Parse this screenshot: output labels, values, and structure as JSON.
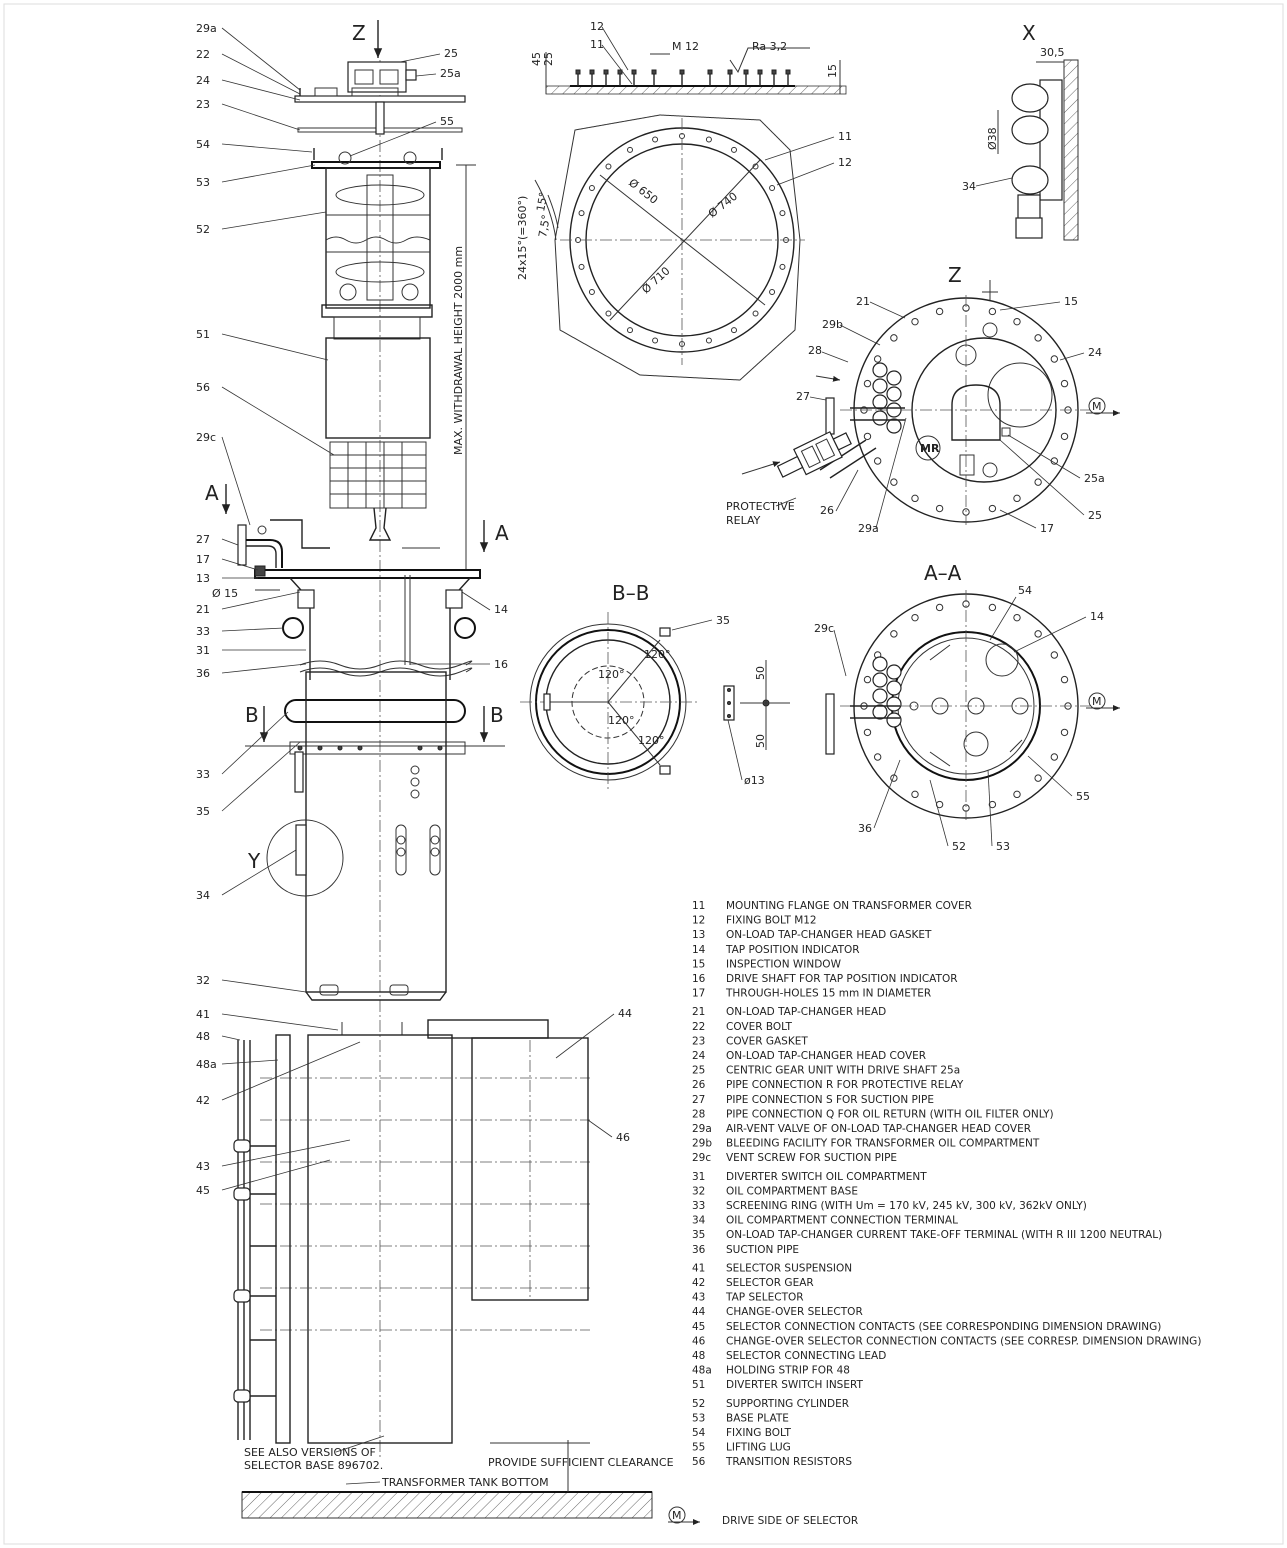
{
  "view_letters": {
    "z_top": "Z",
    "x": "X",
    "z_plan": "Z",
    "a1": "A",
    "a2": "A",
    "b1": "B",
    "b2": "B",
    "y": "Y",
    "section_aa": "A–A",
    "section_bb": "B–B"
  },
  "callouts_left": [
    "29a",
    "22",
    "24",
    "23",
    "54",
    "53",
    "52",
    "51",
    "56",
    "29c",
    "27",
    "17",
    "13",
    "21",
    "33",
    "31",
    "36",
    "33",
    "35",
    "34",
    "32",
    "41",
    "48",
    "48a",
    "42",
    "43",
    "45"
  ],
  "callouts_right_main": [
    "25",
    "25a",
    "55",
    "14",
    "16",
    "44",
    "46"
  ],
  "flange_view": {
    "tags": [
      "12",
      "11",
      "11",
      "12"
    ],
    "m12": "M 12",
    "ra": "Ra 3,2",
    "dim_45": "45",
    "dim_25": "25",
    "dim_15": "15",
    "d650": "Ø 650",
    "d740": "Ø 740",
    "d710": "Ø 710",
    "ang15": "15°",
    "ang75": "7,5°",
    "holes": "24x15°(=360°)"
  },
  "detail_x": {
    "d305": "30,5",
    "d38": "Ø38",
    "tag34": "34"
  },
  "plan_z": {
    "tags": [
      "21",
      "15",
      "29b",
      "24",
      "28",
      "27",
      "25a",
      "26",
      "25",
      "29a",
      "17"
    ],
    "relay": [
      "PROTECTIVE",
      "RELAY"
    ],
    "m": "M",
    "logo": "MR"
  },
  "section_bb": {
    "tag35": "35",
    "a1": "120°",
    "a2": "120°",
    "a3": "120°",
    "a4": "120°",
    "d50a": "50",
    "d50b": "50",
    "d13": "ø13"
  },
  "section_aa": {
    "tags": [
      "54",
      "14",
      "29c",
      "55",
      "36",
      "52",
      "53"
    ],
    "m": "M"
  },
  "main_notes": {
    "withdrawal": "MAX. WITHDRAWAL HEIGHT 2000 mm",
    "phi15": "Ø 15",
    "see_also": [
      "SEE ALSO VERSIONS OF",
      "SELECTOR BASE 896702."
    ],
    "clearance": "PROVIDE SUFFICIENT CLEARANCE",
    "tank_bottom": "TRANSFORMER TANK BOTTOM"
  },
  "legend": [
    {
      "num": "11",
      "text": "MOUNTING FLANGE ON TRANSFORMER COVER"
    },
    {
      "num": "12",
      "text": "FIXING BOLT M12"
    },
    {
      "num": "13",
      "text": "ON-LOAD TAP-CHANGER HEAD GASKET"
    },
    {
      "num": "14",
      "text": "TAP POSITION INDICATOR"
    },
    {
      "num": "15",
      "text": "INSPECTION WINDOW"
    },
    {
      "num": "16",
      "text": "DRIVE SHAFT FOR TAP POSITION INDICATOR"
    },
    {
      "num": "17",
      "text": "THROUGH-HOLES 15 mm IN DIAMETER"
    },
    {
      "num": "21",
      "text": "ON-LOAD TAP-CHANGER HEAD"
    },
    {
      "num": "22",
      "text": "COVER BOLT"
    },
    {
      "num": "23",
      "text": "COVER GASKET"
    },
    {
      "num": "24",
      "text": "ON-LOAD TAP-CHANGER HEAD COVER"
    },
    {
      "num": "25",
      "text": "CENTRIC GEAR UNIT WITH DRIVE SHAFT 25a"
    },
    {
      "num": "26",
      "text": "PIPE CONNECTION R FOR PROTECTIVE RELAY"
    },
    {
      "num": "27",
      "text": "PIPE CONNECTION S FOR SUCTION PIPE"
    },
    {
      "num": "28",
      "text": "PIPE CONNECTION Q FOR OIL RETURN (WITH OIL FILTER ONLY)"
    },
    {
      "num": "29a",
      "text": "AIR-VENT VALVE OF ON-LOAD TAP-CHANGER HEAD COVER"
    },
    {
      "num": "29b",
      "text": "BLEEDING FACILITY FOR TRANSFORMER OIL COMPARTMENT"
    },
    {
      "num": "29c",
      "text": "VENT SCREW FOR SUCTION PIPE"
    },
    {
      "num": "31",
      "text": "DIVERTER SWITCH OIL COMPARTMENT"
    },
    {
      "num": "32",
      "text": "OIL COMPARTMENT BASE"
    },
    {
      "num": "33",
      "text": "SCREENING RING (WITH Um = 170 kV, 245 kV, 300 kV, 362kV ONLY)"
    },
    {
      "num": "34",
      "text": "OIL COMPARTMENT CONNECTION TERMINAL"
    },
    {
      "num": "35",
      "text": "ON-LOAD TAP-CHANGER CURRENT TAKE-OFF TERMINAL (WITH R III 1200 NEUTRAL)"
    },
    {
      "num": "36",
      "text": "SUCTION PIPE"
    },
    {
      "num": "41",
      "text": "SELECTOR SUSPENSION"
    },
    {
      "num": "42",
      "text": "SELECTOR GEAR"
    },
    {
      "num": "43",
      "text": "TAP SELECTOR"
    },
    {
      "num": "44",
      "text": "CHANGE-OVER SELECTOR"
    },
    {
      "num": "45",
      "text": "SELECTOR CONNECTION CONTACTS (SEE CORRESPONDING DIMENSION DRAWING)"
    },
    {
      "num": "46",
      "text": "CHANGE-OVER SELECTOR CONNECTION CONTACTS (SEE CORRESP. DIMENSION DRAWING)"
    },
    {
      "num": "48",
      "text": "SELECTOR CONNECTING LEAD"
    },
    {
      "num": "48a",
      "text": "HOLDING STRIP FOR 48"
    },
    {
      "num": "51",
      "text": "DIVERTER SWITCH INSERT"
    },
    {
      "num": "52",
      "text": "SUPPORTING CYLINDER"
    },
    {
      "num": "53",
      "text": "BASE PLATE"
    },
    {
      "num": "54",
      "text": "FIXING BOLT"
    },
    {
      "num": "55",
      "text": "LIFTING LUG"
    },
    {
      "num": "56",
      "text": "TRANSITION RESISTORS"
    }
  ],
  "legend_drive": {
    "symbol": "M",
    "text": "DRIVE SIDE OF SELECTOR"
  }
}
